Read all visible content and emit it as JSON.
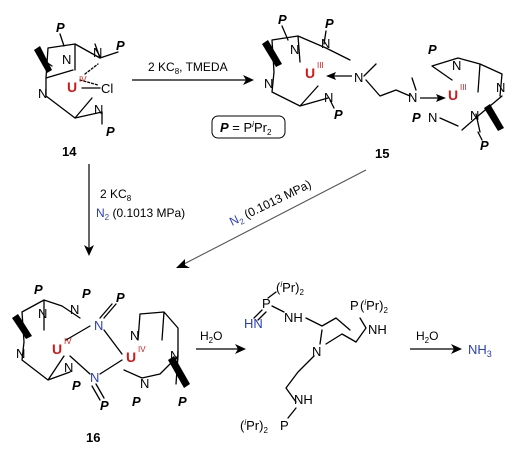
{
  "compounds": {
    "c14": {
      "label": "14",
      "metal": "U",
      "ox": "IV",
      "ligand": "Cl"
    },
    "c15": {
      "label": "15",
      "metal": "U",
      "ox": "III"
    },
    "c16": {
      "label": "16",
      "metal": "U",
      "ox": "IV"
    }
  },
  "atoms": {
    "N": "N",
    "P": "P",
    "H": "H"
  },
  "legend": {
    "lhs": "P",
    "eq": " = P",
    "sup": "i",
    "tail": "Pr",
    "sub": "2"
  },
  "arrows": {
    "a1": {
      "reagent": "2 KC",
      "sub": "8",
      "extra": ", TMEDA"
    },
    "a2": {
      "line1": "2 KC",
      "sub": "8",
      "n2": "N",
      "n2sub": "2",
      "pressure": " (0.1013 MPa)"
    },
    "a3": {
      "n2": "N",
      "n2sub": "2",
      "pressure": " (0.1013 MPa)"
    },
    "a4": {
      "reagent": "H",
      "sub": "2",
      "tail": "O"
    },
    "a5": {
      "reagent": "H",
      "sub": "2",
      "tail": "O"
    }
  },
  "product": {
    "ipr_open": "(",
    "ipr_i": "i",
    "ipr_close": "Pr)",
    "two": "2",
    "hn": "HN",
    "nh": "NH",
    "nh3": "NH",
    "nh3sub": "3"
  },
  "colors": {
    "uranium": "#d21a1a",
    "nitrogen_blue": "#2b3fb5",
    "bond": "#000000"
  }
}
